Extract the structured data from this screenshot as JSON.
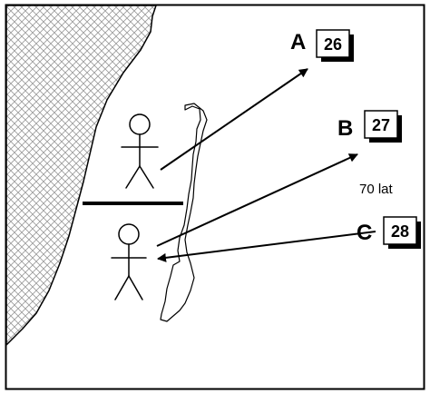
{
  "markers": [
    {
      "letter": "A",
      "number": "26"
    },
    {
      "letter": "B",
      "number": "27"
    },
    {
      "letter": "C",
      "number": "28"
    }
  ],
  "note": "70 lat"
}
